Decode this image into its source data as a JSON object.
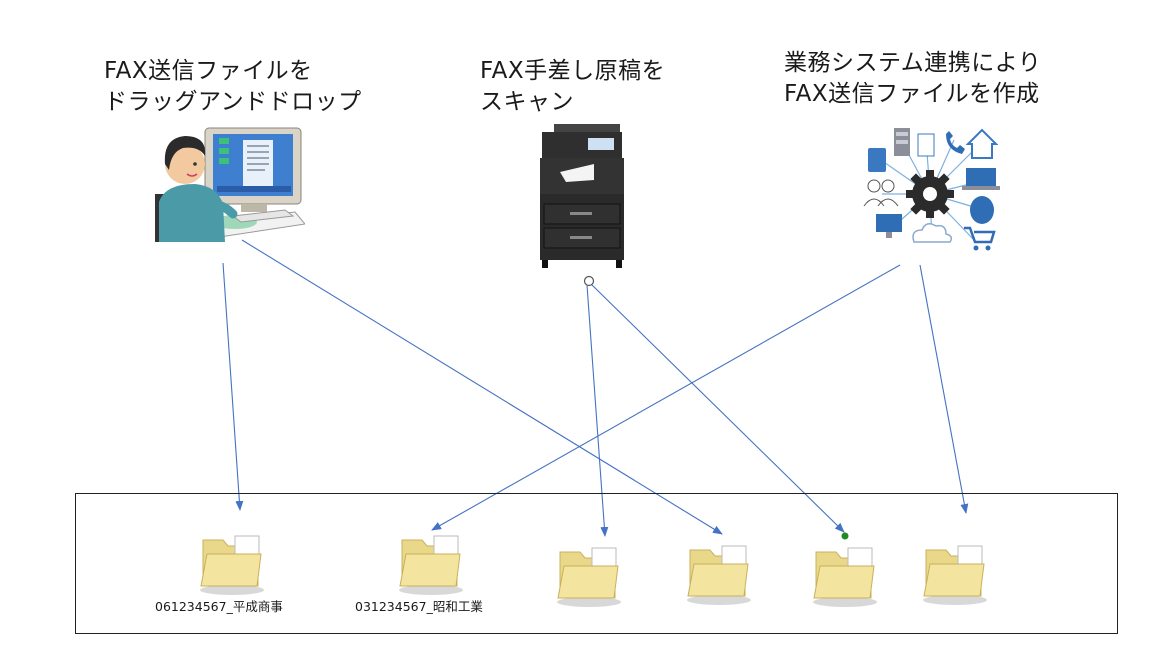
{
  "captions": {
    "left": [
      "FAX送信ファイルを",
      "ドラッグアンドドロップ"
    ],
    "center": [
      "FAX手差し原稿を",
      "スキャン"
    ],
    "right": [
      "業務システム連携により",
      "FAX送信ファイルを作成"
    ]
  },
  "folders": [
    {
      "label": "061234567_平成商事"
    },
    {
      "label": "031234567_昭和工業"
    },
    {
      "label": ""
    },
    {
      "label": ""
    },
    {
      "label": ""
    },
    {
      "label": ""
    }
  ],
  "colors": {
    "arrow": "#4472c4",
    "folder_fill": "#f3e4a0",
    "folder_edge": "#c9b15a",
    "green_dot": "#1f8a1f"
  }
}
